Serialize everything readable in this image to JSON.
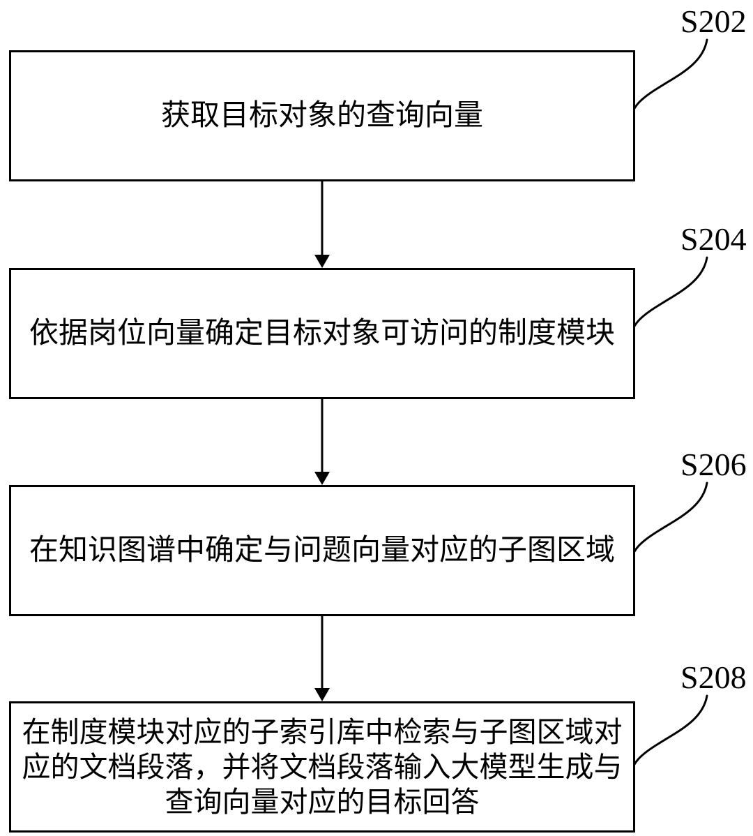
{
  "figure": {
    "background_color": "#ffffff",
    "line_color": "#000000",
    "text_color": "#000000",
    "steps": [
      {
        "label": "S202",
        "lines": [
          "获取目标对象的查询向量"
        ]
      },
      {
        "label": "S204",
        "lines": [
          "依据岗位向量确定目标对象可访问的制度模块"
        ]
      },
      {
        "label": "S206",
        "lines": [
          "在知识图谱中确定与问题向量对应的子图区域"
        ]
      },
      {
        "label": "S208",
        "lines": [
          "在制度模块对应的子索引库中检索与子图区域对",
          "应的文档段落，并将文档段落输入大模型生成与",
          "查询向量对应的目标回答"
        ]
      }
    ]
  }
}
